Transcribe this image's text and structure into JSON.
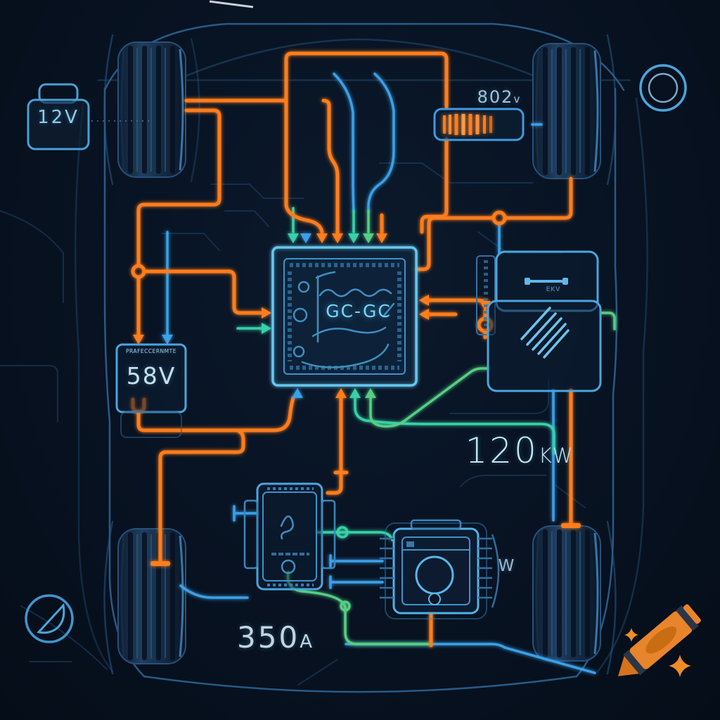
{
  "scene": {
    "description": "Stylized electric-vehicle wiring schematic seen from above: car chassis with four tires, central controller chip, battery modules, inverter and motor joined by glowing orange, blue and teal wires"
  },
  "labels": {
    "aux_battery_voltage": "12V",
    "pack_voltage_value": "802",
    "pack_voltage_unit": "v",
    "controller_chip": "GC-GC",
    "converter_small_text": "PRAFECCERNMTE",
    "converter_voltage": "58V",
    "power_value": "120",
    "power_unit": "KW",
    "current_value": "350",
    "current_unit": "A",
    "motor_unit_letter": "W",
    "module_small_text": "EKV"
  },
  "icons": {
    "aux_battery": "battery-icon",
    "traction_battery": "battery-gauge-icon",
    "top_right": "concentric-circles-icon",
    "bottom_left": "droplet-gauge-icon",
    "brand": "crayon-icon",
    "brand_accents": "sparkle-icon"
  },
  "colors": {
    "wire_orange": "#ff7d1f",
    "wire_blue": "#3aa0e8",
    "wire_teal": "#38d0a8",
    "wire_green": "#55cf82",
    "outline_blue": "#2f6da0",
    "chip_stroke": "#66c8f0",
    "label": "#bfe9f2",
    "brand_orange": "#e8842b",
    "background": "#081323"
  }
}
